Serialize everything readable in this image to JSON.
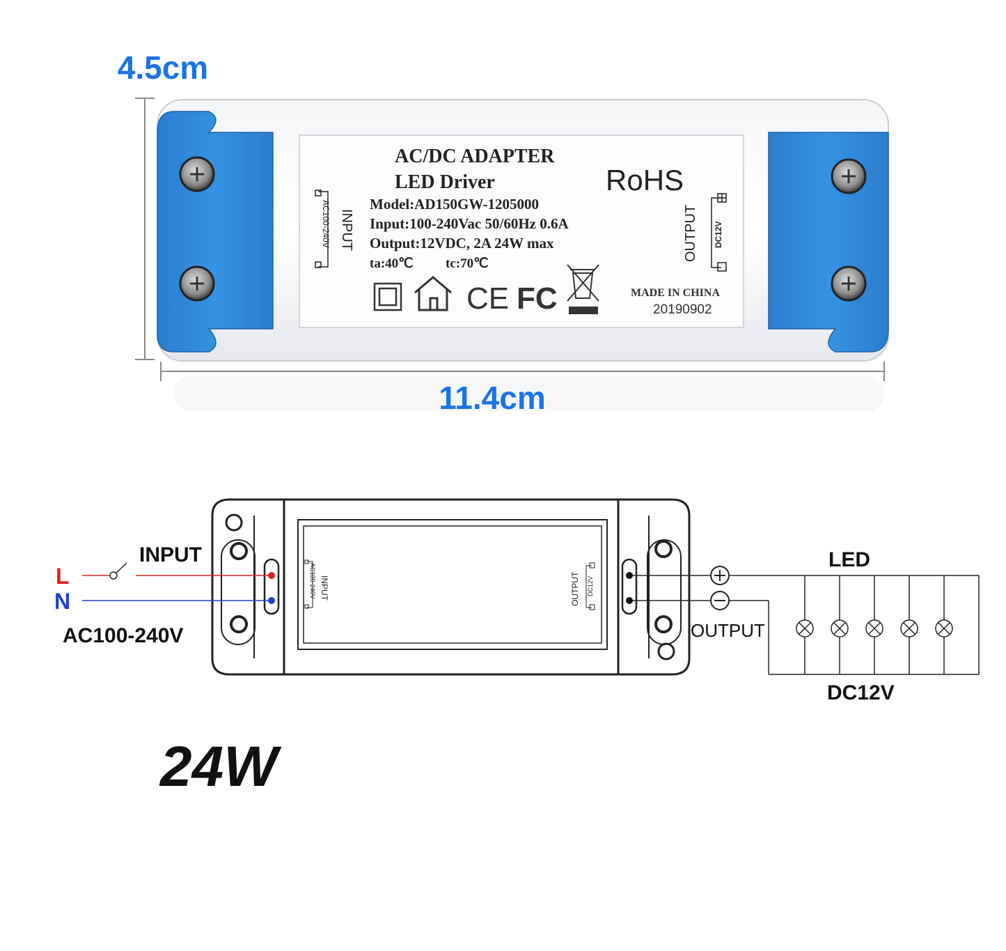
{
  "dimensions": {
    "height": "4.5cm",
    "width": "11.4cm"
  },
  "label": {
    "title": "AC/DC ADAPTER",
    "subtitle": "LED Driver",
    "rohs": "RoHS",
    "model": "Model:AD150GW-1205000",
    "input": "Input:100-240Vac 50/60Hz 0.6A",
    "output": "Output:12VDC, 2A  24W max",
    "ta": "ta:40℃",
    "tc": "tc:70℃",
    "ce": "CE",
    "fc": "FC",
    "made_in": "MADE IN CHINA",
    "date_code": "20190902",
    "input_side": "INPUT",
    "input_voltage": "AC100-240V",
    "output_side": "OUTPUT",
    "output_voltage": "DC12V"
  },
  "wiring": {
    "line": "L",
    "neutral": "N",
    "input_label": "INPUT",
    "ac_range": "AC100-240V",
    "output_label": "OUTPUT",
    "led_label": "LED",
    "dc_label": "DC12V",
    "inner_input": "INPUT",
    "inner_ac": "AC100-240V",
    "inner_output": "OUTPUT",
    "inner_dc": "DC12V",
    "led_count": 5
  },
  "power_rating": "24W",
  "colors": {
    "dimension_blue": "#1a73e8",
    "cap_blue": "#2f86d6",
    "line_red": "#e02020",
    "neutral_blue": "#1f3fd0"
  }
}
